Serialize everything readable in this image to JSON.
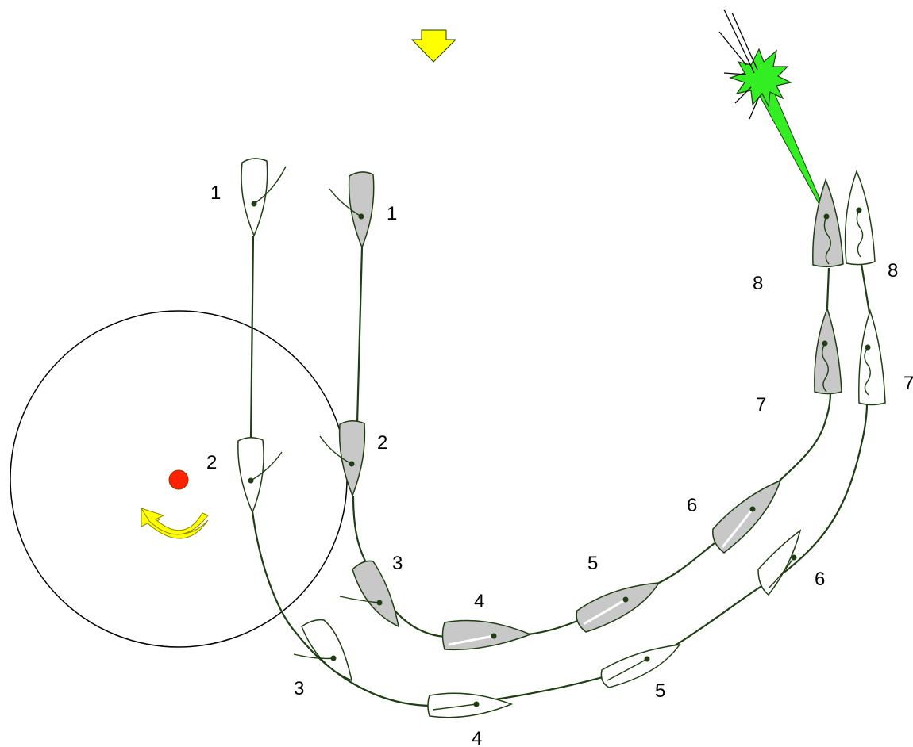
{
  "colors": {
    "track": "#1e3d12",
    "outline": "#1e3d12",
    "hull_gray": "#c8c8c8",
    "hull_white": "#ffffff",
    "wind_arrow": "#ffff00",
    "mark": "#ff2200",
    "rotation_arrow": "#ffff00",
    "burst": "#33ee22",
    "circle": "#000000"
  },
  "icons": {
    "wind": "down-arrow-icon",
    "mark": "red-dot-icon",
    "rotation": "curved-arrow-icon",
    "collision": "starburst-icon"
  },
  "gray_boat_labels": [
    "1",
    "2",
    "3",
    "4",
    "5",
    "6",
    "7",
    "8"
  ],
  "white_boat_labels": [
    "1",
    "2",
    "3",
    "4",
    "5",
    "6",
    "7",
    "8"
  ]
}
